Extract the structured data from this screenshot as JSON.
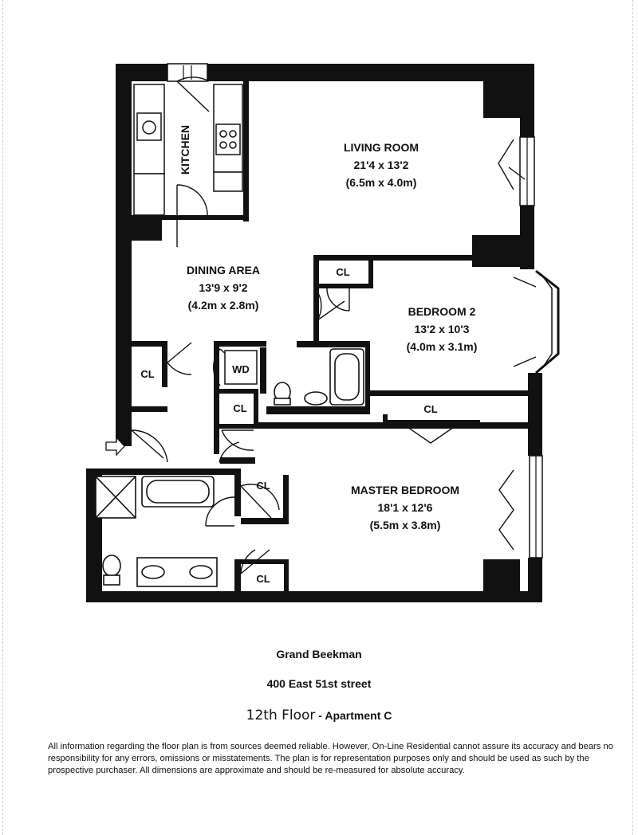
{
  "rooms": {
    "kitchen": {
      "name": "KITCHEN"
    },
    "living_room": {
      "name": "LIVING ROOM",
      "dim_ft": "21'4 x 13'2",
      "dim_m": "(6.5m x 4.0m)"
    },
    "dining_area": {
      "name": "DINING AREA",
      "dim_ft": "13'9 x 9'2",
      "dim_m": "(4.2m x 2.8m)"
    },
    "bedroom_2": {
      "name": "BEDROOM 2",
      "dim_ft": "13'2 x 10'3",
      "dim_m": "(4.0m x 3.1m)"
    },
    "master_bedroom": {
      "name": "MASTER BEDROOM",
      "dim_ft": "18'1 x 12'6",
      "dim_m": "(5.5m x 3.8m)"
    }
  },
  "closet_label": "CL",
  "washer_dryer_label": "WD",
  "building": "Grand Beekman",
  "address": "400 East 51st street",
  "floor": "12th Floor",
  "separator": " - ",
  "apartment": "Apartment C",
  "disclaimer": "All information regarding the floor plan is from sources deemed reliable. However, On-Line Residential cannot assure its accuracy and bears no responsibility for any errors, omissions or misstatements. The plan is for representation purposes only and should be used as such by the prospective purchaser. All dimensions are approximate and should be re-measured for absolute accuracy.",
  "colors": {
    "wall": "#111111",
    "paper": "#ffffff",
    "fixture": "#bbbbbb"
  }
}
